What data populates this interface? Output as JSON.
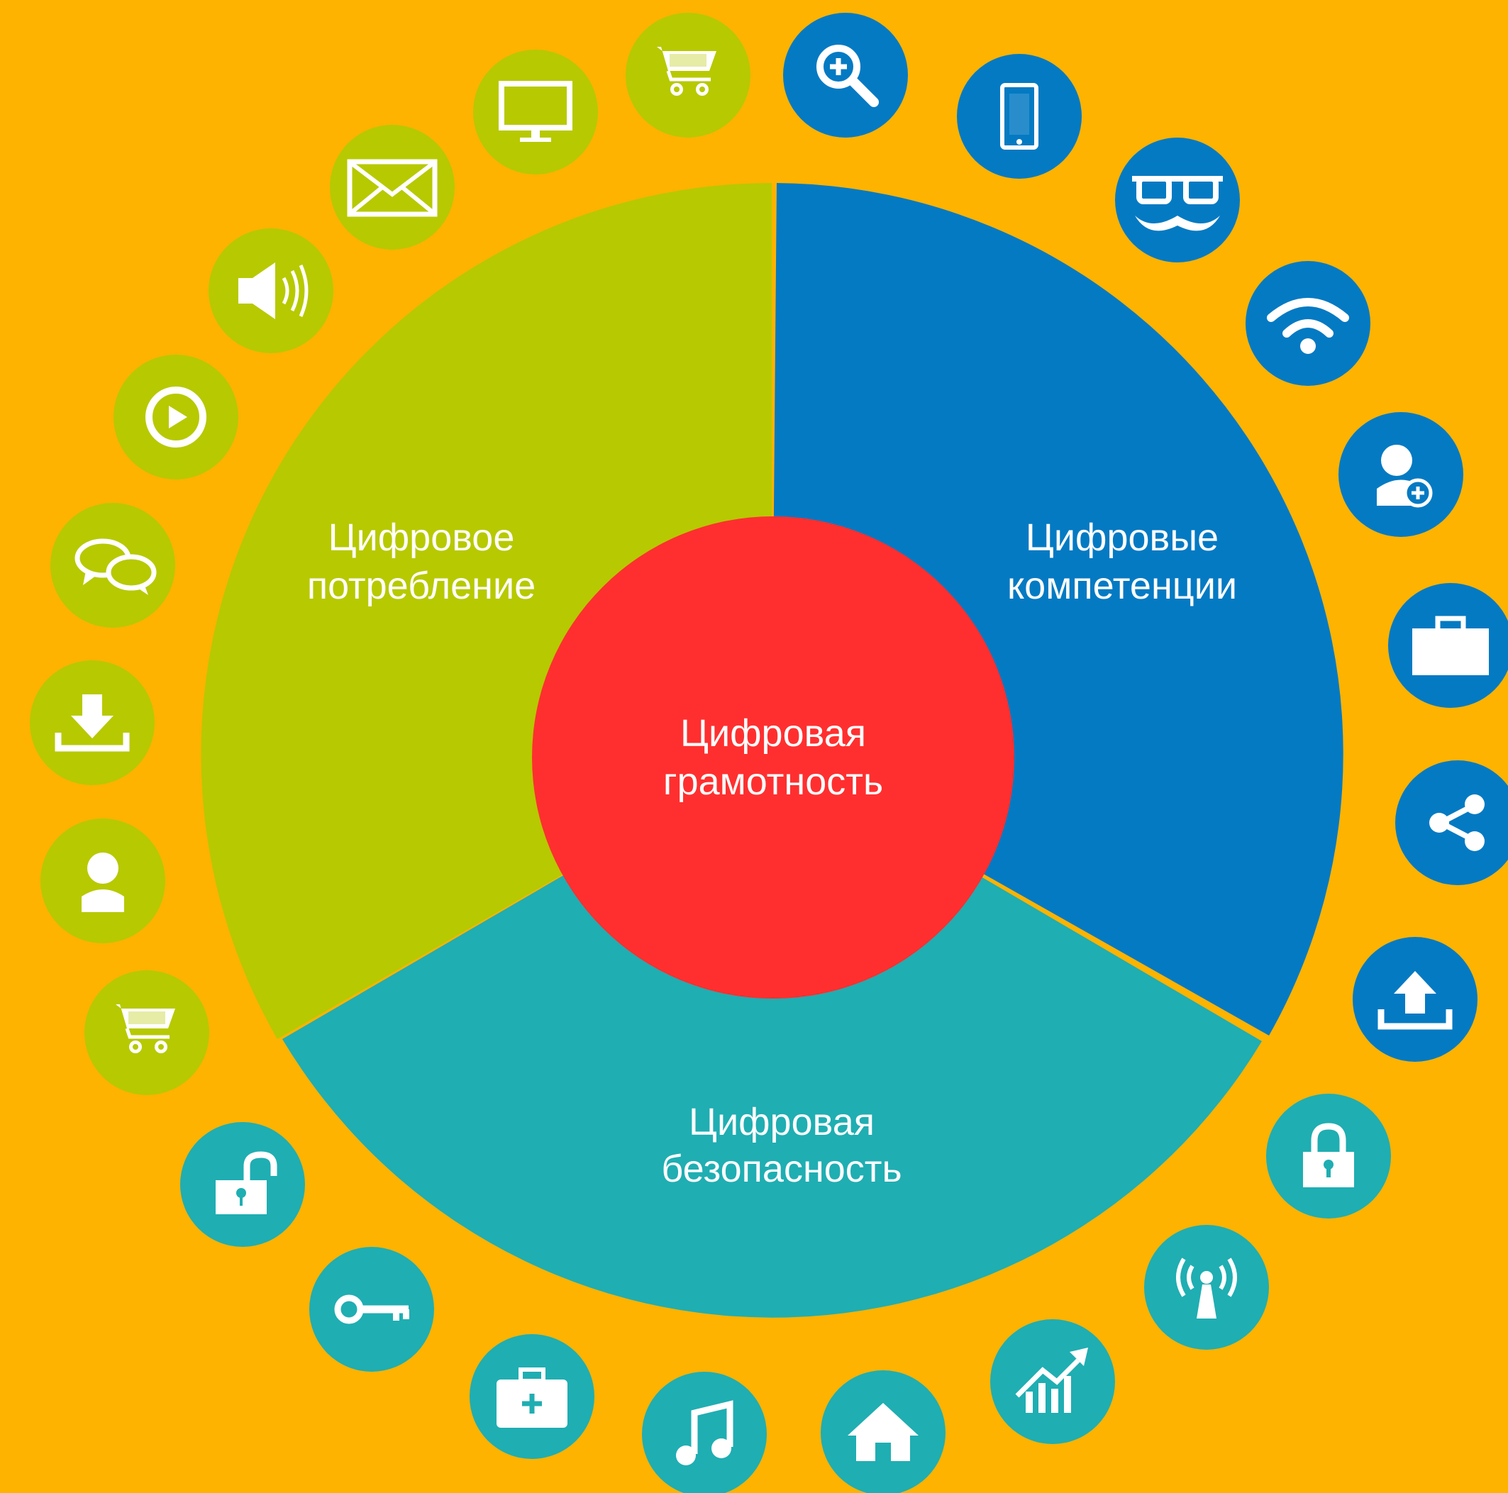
{
  "diagram": {
    "background_color": "#FDB300",
    "center": {
      "line1": "Цифровая",
      "line2": "грамотность",
      "color": "#FF2F2F"
    },
    "segments": [
      {
        "id": "consumption",
        "line1": "Цифровое",
        "line2": "потребление",
        "color": "#B7C900"
      },
      {
        "id": "competence",
        "line1": "Цифровые",
        "line2": "компетенции",
        "color": "#047AC3"
      },
      {
        "id": "security",
        "line1": "Цифровая",
        "line2": "безопасность",
        "color": "#1FAEB2"
      }
    ],
    "icons": {
      "consumption": [
        "cart-icon",
        "monitor-icon",
        "mail-icon",
        "speaker-icon",
        "play-icon",
        "chat-icon",
        "download-icon",
        "user-icon",
        "shopping-cart-icon"
      ],
      "competence": [
        "zoom-in-icon",
        "smartphone-icon",
        "glasses-mustache-icon",
        "wifi-icon",
        "add-user-icon",
        "briefcase-icon",
        "share-icon",
        "upload-icon"
      ],
      "security": [
        "unlock-icon",
        "key-icon",
        "first-aid-kit-icon",
        "music-note-icon",
        "home-icon",
        "growth-chart-icon",
        "antenna-icon",
        "lock-icon"
      ]
    }
  }
}
